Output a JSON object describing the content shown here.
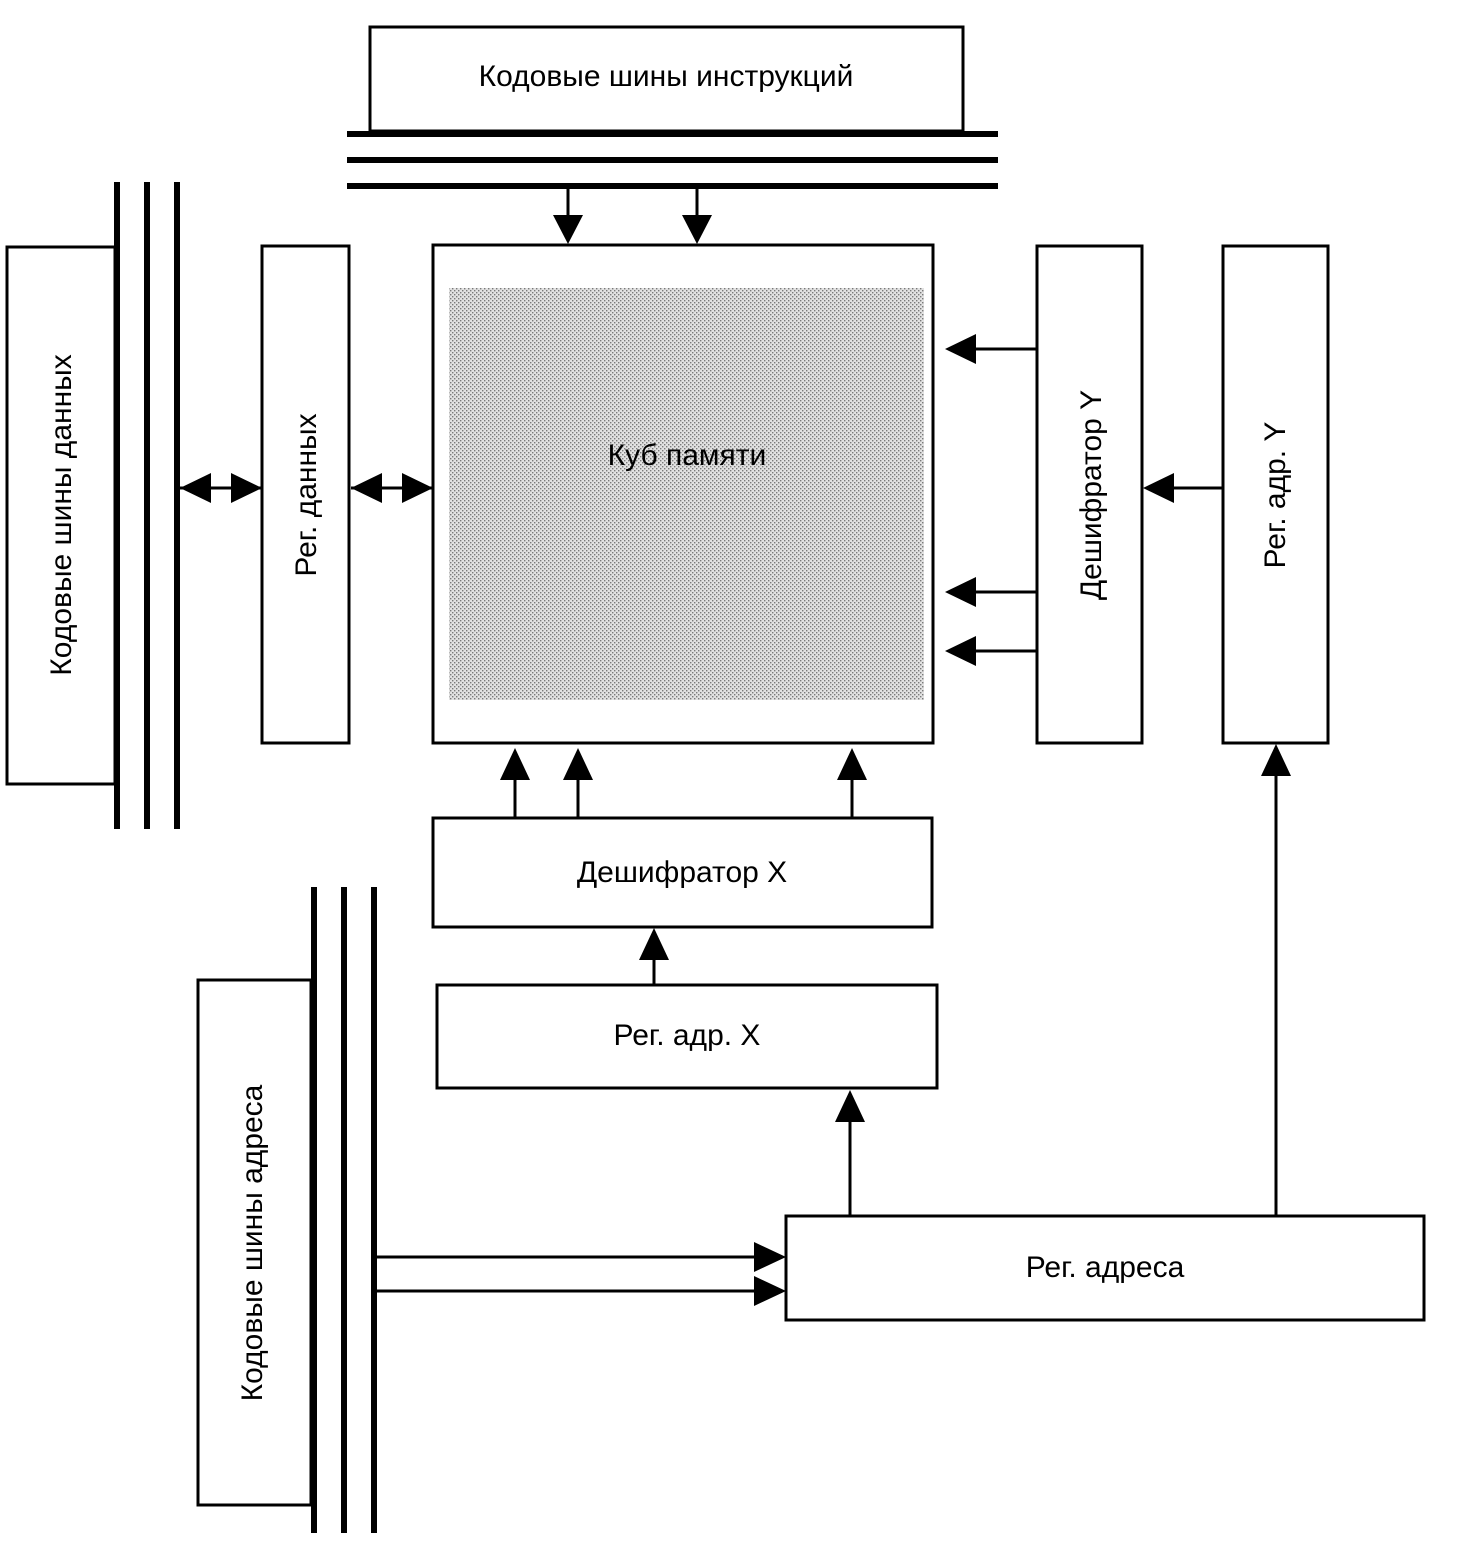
{
  "colors": {
    "stroke": "#000000",
    "box_fill": "#ffffff",
    "memory_fill": "#d4d4d4"
  },
  "labels": {
    "instruction_bus": "Кодовые шины инструкций",
    "data_bus": "Кодовые шины данных",
    "data_register": "Рег. данных",
    "memory_cube": "Куб памяти",
    "decoder_y": "Дешифратор Y",
    "addr_register_y": "Рег. адр. Y",
    "decoder_x": "Дешифратор  X",
    "addr_register_x": "Рег. адр.  X",
    "address_bus": "Кодовые шины адреса",
    "address_register": "Рег.  адреса"
  }
}
